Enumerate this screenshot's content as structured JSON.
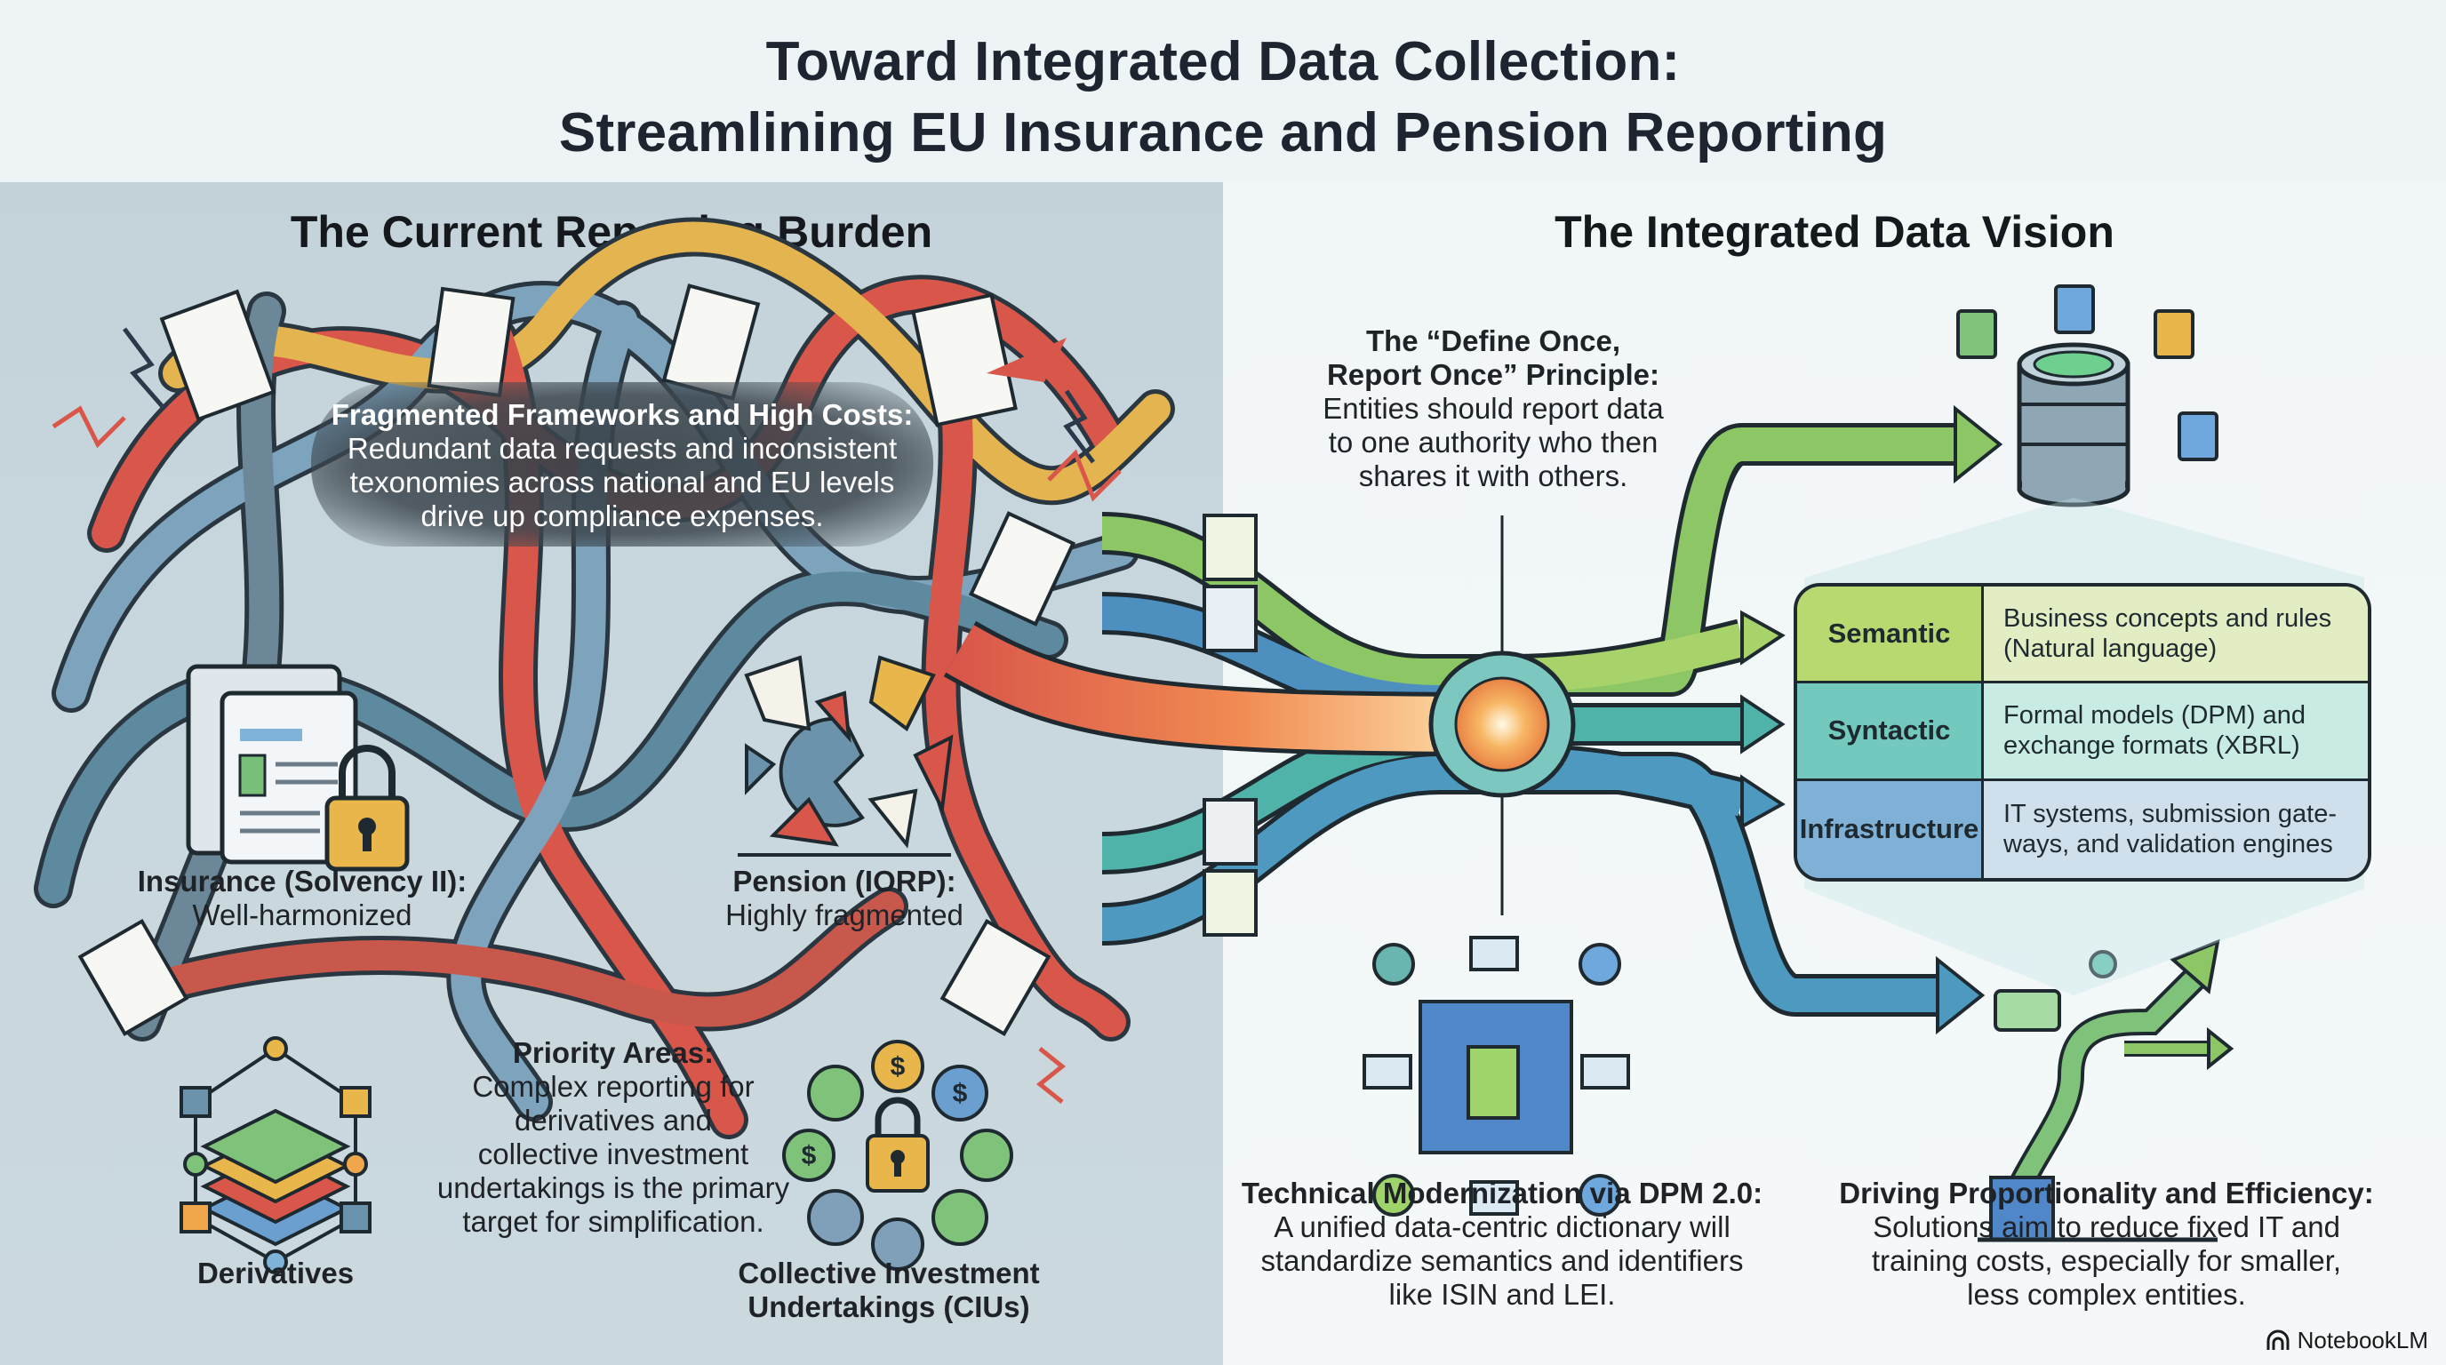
{
  "title": {
    "line1": "Toward Integrated Data Collection:",
    "line2": "Streamlining EU Insurance and Pension Reporting"
  },
  "left": {
    "heading": "The Current Reporting Burden",
    "fragmented": {
      "title": "Fragmented Frameworks and High Costs:",
      "lines": [
        "Redundant data requests and inconsistent",
        "texonomies across national and EU levels",
        "drive up compliance expenses."
      ]
    },
    "insurance": {
      "title": "Insurance (Solvency II):",
      "body": "Well-harmonized"
    },
    "pension": {
      "title": "Pension (IORP):",
      "body": "Highly fragmented"
    },
    "priority": {
      "title": "Priority Areas:",
      "lines": [
        "Complex reporting for",
        "derivatives and",
        "collective investment",
        "undertakings is the primary",
        "target for simplification."
      ]
    },
    "derivatives_label": "Derivatives",
    "cius_label": [
      "Collective Investment",
      "Undertakings (CIUs)"
    ],
    "icons": {
      "insurance": "document-lock-icon",
      "pension": "shattered-fragments-icon",
      "derivatives": "layered-network-icon",
      "cius": "padlock-investment-network-icon"
    }
  },
  "right": {
    "heading": "The Integrated Data Vision",
    "define_once": {
      "title_lines": [
        "The “Define Once,",
        "Report Once” Principle:"
      ],
      "lines": [
        "Entities should report data",
        "to one authority who then",
        "shares it with others."
      ]
    },
    "layers": [
      {
        "name": "Semantic",
        "desc": [
          "Business concepts and rules",
          "(Natural language)"
        ],
        "color": "#b8d870"
      },
      {
        "name": "Syntactic",
        "desc": [
          "Formal models (DPM) and",
          "exchange formats (XBRL)"
        ],
        "color": "#73c9bd"
      },
      {
        "name": "Infrastructure",
        "desc": [
          "IT systems, submission gate-",
          "ways, and validation engines"
        ],
        "color": "#7fb0d6"
      }
    ],
    "dpm": {
      "title": "Technical Modernization via DPM 2.0:",
      "lines": [
        "A unified data-centric dictionary will",
        "standardize semantics and identifiers",
        "like ISIN and LEI."
      ]
    },
    "proportionality": {
      "title": "Driving Proportionality and Efficiency:",
      "lines": [
        "Solutions aim to reduce fixed IT and",
        "training costs, especially for smaller,",
        "less complex entities."
      ]
    },
    "icons": {
      "database": "central-database-icon",
      "hub": "glowing-hub-icon",
      "dpm": "data-dictionary-circuit-icon",
      "efficiency": "growth-arrows-icon"
    }
  },
  "colors": {
    "left_bg": "#c6d5db",
    "right_bg": "#f2f7f8",
    "green": "#8cc665",
    "teal": "#4fb3a9",
    "blue": "#4d8fbf",
    "red": "#d9574a",
    "yellow": "#e6b84a",
    "hub_glow": "#f5a04a"
  },
  "branding": {
    "logo_text": "NotebookLM"
  }
}
